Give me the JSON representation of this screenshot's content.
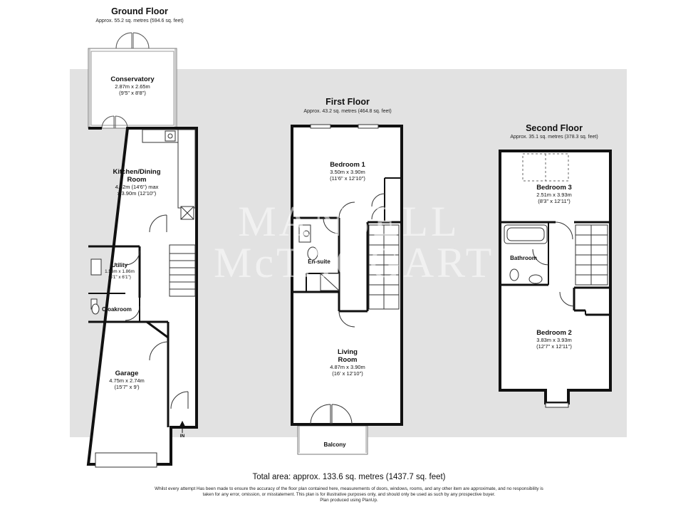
{
  "watermark": {
    "line1": "MANSELL",
    "line2": "McTAGGART"
  },
  "ground_floor": {
    "title": "Ground Floor",
    "area": "Approx. 55.2 sq. metres (594.6 sq. feet)",
    "rooms": {
      "conservatory": {
        "name": "Conservatory",
        "dim_m": "2.87m x 2.65m",
        "dim_ft": "(9'5\" x 8'8\")"
      },
      "kitchen": {
        "name_1": "Kitchen/Dining",
        "name_2": "Room",
        "dim_1": "4.42m (14'6\") max",
        "dim_2": "x 3.90m (12'10\")"
      },
      "utility": {
        "name": "Utility",
        "dim_m": "1.56m x 1.86m",
        "dim_ft": "(5'1\" x 6'1\")"
      },
      "cloakroom": {
        "name": "Cloakroom"
      },
      "garage": {
        "name": "Garage",
        "dim_m": "4.75m x 2.74m",
        "dim_ft": "(15'7\" x 9')"
      }
    },
    "entrance_label": "IN"
  },
  "first_floor": {
    "title": "First Floor",
    "area": "Approx. 43.2 sq. metres (464.8 sq. feet)",
    "rooms": {
      "bedroom1": {
        "name": "Bedroom 1",
        "dim_m": "3.50m x 3.90m",
        "dim_ft": "(11'6\" x 12'10\")"
      },
      "ensuite": {
        "name": "En-suite"
      },
      "living": {
        "name_1": "Living",
        "name_2": "Room",
        "dim_m": "4.87m x 3.90m",
        "dim_ft": "(16' x 12'10\")"
      },
      "balcony": {
        "name": "Balcony"
      }
    }
  },
  "second_floor": {
    "title": "Second Floor",
    "area": "Approx. 35.1 sq. metres (378.3 sq. feet)",
    "rooms": {
      "bedroom3": {
        "name": "Bedroom 3",
        "dim_m": "2.51m x 3.93m",
        "dim_ft": "(8'3\" x 12'11\")"
      },
      "bathroom": {
        "name": "Bathroom"
      },
      "bedroom2": {
        "name": "Bedroom 2",
        "dim_m": "3.83m x 3.93m",
        "dim_ft": "(12'7\" x 12'11\")"
      }
    }
  },
  "footer": {
    "total": "Total area: approx. 133.6 sq. metres (1437.7 sq. feet)",
    "disclaimer_1": "Whilst every attempt Has been made to ensure the accuracy of the floor plan contained here, measurements of doors, windows, rooms, and any other item are approximate, and no responsibility is",
    "disclaimer_2": "taken for any error, omission, or misstatement. This plan is for illustrative purposes only, and should only be used as such by any prospective buyer.",
    "disclaimer_3": "Plan produced using PlanUp."
  }
}
